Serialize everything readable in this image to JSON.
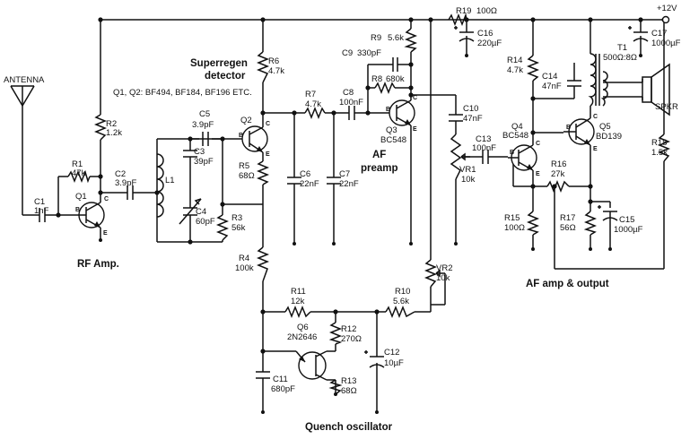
{
  "supply": "+12V",
  "notes": {
    "transistors": "Q1, Q2: BF494, BF184, BF196 ETC."
  },
  "sections": {
    "rf_amp": "RF Amp.",
    "superregen_1": "Superregen",
    "superregen_2": "detector",
    "af_preamp_1": "AF",
    "af_preamp_2": "preamp",
    "af_output": "AF amp & output",
    "quench": "Quench oscillator"
  },
  "components": {
    "antenna": "ANTENNA",
    "speaker": "SPKR",
    "Q1": {
      "name": "Q1"
    },
    "Q2": {
      "name": "Q2"
    },
    "Q3": {
      "name": "Q3",
      "value": "BC548"
    },
    "Q4": {
      "name": "Q4",
      "value": "BC548"
    },
    "Q5": {
      "name": "Q5",
      "value": "BD139"
    },
    "Q6": {
      "name": "Q6",
      "value": "2N2646"
    },
    "R1": {
      "name": "R1",
      "value": "47k"
    },
    "R2": {
      "name": "R2",
      "value": "1.2k"
    },
    "R3": {
      "name": "R3",
      "value": "56k"
    },
    "R4": {
      "name": "R4",
      "value": "100k"
    },
    "R5": {
      "name": "R5",
      "value": "68Ω"
    },
    "R6": {
      "name": "R6",
      "value": "4.7k"
    },
    "R7": {
      "name": "R7",
      "value": "4.7k"
    },
    "R8": {
      "name": "R8",
      "value": "680k"
    },
    "R9": {
      "name": "R9",
      "value": "5.6k"
    },
    "R10": {
      "name": "R10",
      "value": "5.6k"
    },
    "R11": {
      "name": "R11",
      "value": "12k"
    },
    "R12": {
      "name": "R12",
      "value": "270Ω"
    },
    "R13": {
      "name": "R13",
      "value": "68Ω"
    },
    "R14": {
      "name": "R14",
      "value": "4.7k"
    },
    "R15": {
      "name": "R15",
      "value": "100Ω"
    },
    "R16": {
      "name": "R16",
      "value": "27k"
    },
    "R17": {
      "name": "R17",
      "value": "56Ω"
    },
    "R18": {
      "name": "R18",
      "value": "1.5k"
    },
    "R19": {
      "name": "R19",
      "value": "100Ω"
    },
    "VR1": {
      "name": "VR1",
      "value": "10k"
    },
    "VR2": {
      "name": "VR2",
      "value": "10k"
    },
    "C1": {
      "name": "C1",
      "value": "1nF"
    },
    "C2": {
      "name": "C2",
      "value": "3.9pF"
    },
    "C3": {
      "name": "C3",
      "value": "39pF"
    },
    "C4": {
      "name": "C4",
      "value": "60pF"
    },
    "C5": {
      "name": "C5",
      "value": "3.9pF"
    },
    "C6": {
      "name": "C6",
      "value": "22nF"
    },
    "C7": {
      "name": "C7",
      "value": "22nF"
    },
    "C8": {
      "name": "C8",
      "value": "100nF"
    },
    "C9": {
      "name": "C9",
      "value": "330pF"
    },
    "C10": {
      "name": "C10",
      "value": "47nF"
    },
    "C11": {
      "name": "C11",
      "value": "680pF"
    },
    "C12": {
      "name": "C12",
      "value": "10µF"
    },
    "C13": {
      "name": "C13",
      "value": "100nF"
    },
    "C14": {
      "name": "C14",
      "value": "47nF"
    },
    "C15": {
      "name": "C15",
      "value": "1000µF"
    },
    "C16": {
      "name": "C16",
      "value": "220µF"
    },
    "C17": {
      "name": "C17",
      "value": "1000µF"
    },
    "L1": {
      "name": "L1"
    },
    "T1": {
      "name": "T1",
      "value": "500Ω:8Ω"
    }
  },
  "pins": {
    "b": "B",
    "c": "C",
    "e": "E"
  }
}
